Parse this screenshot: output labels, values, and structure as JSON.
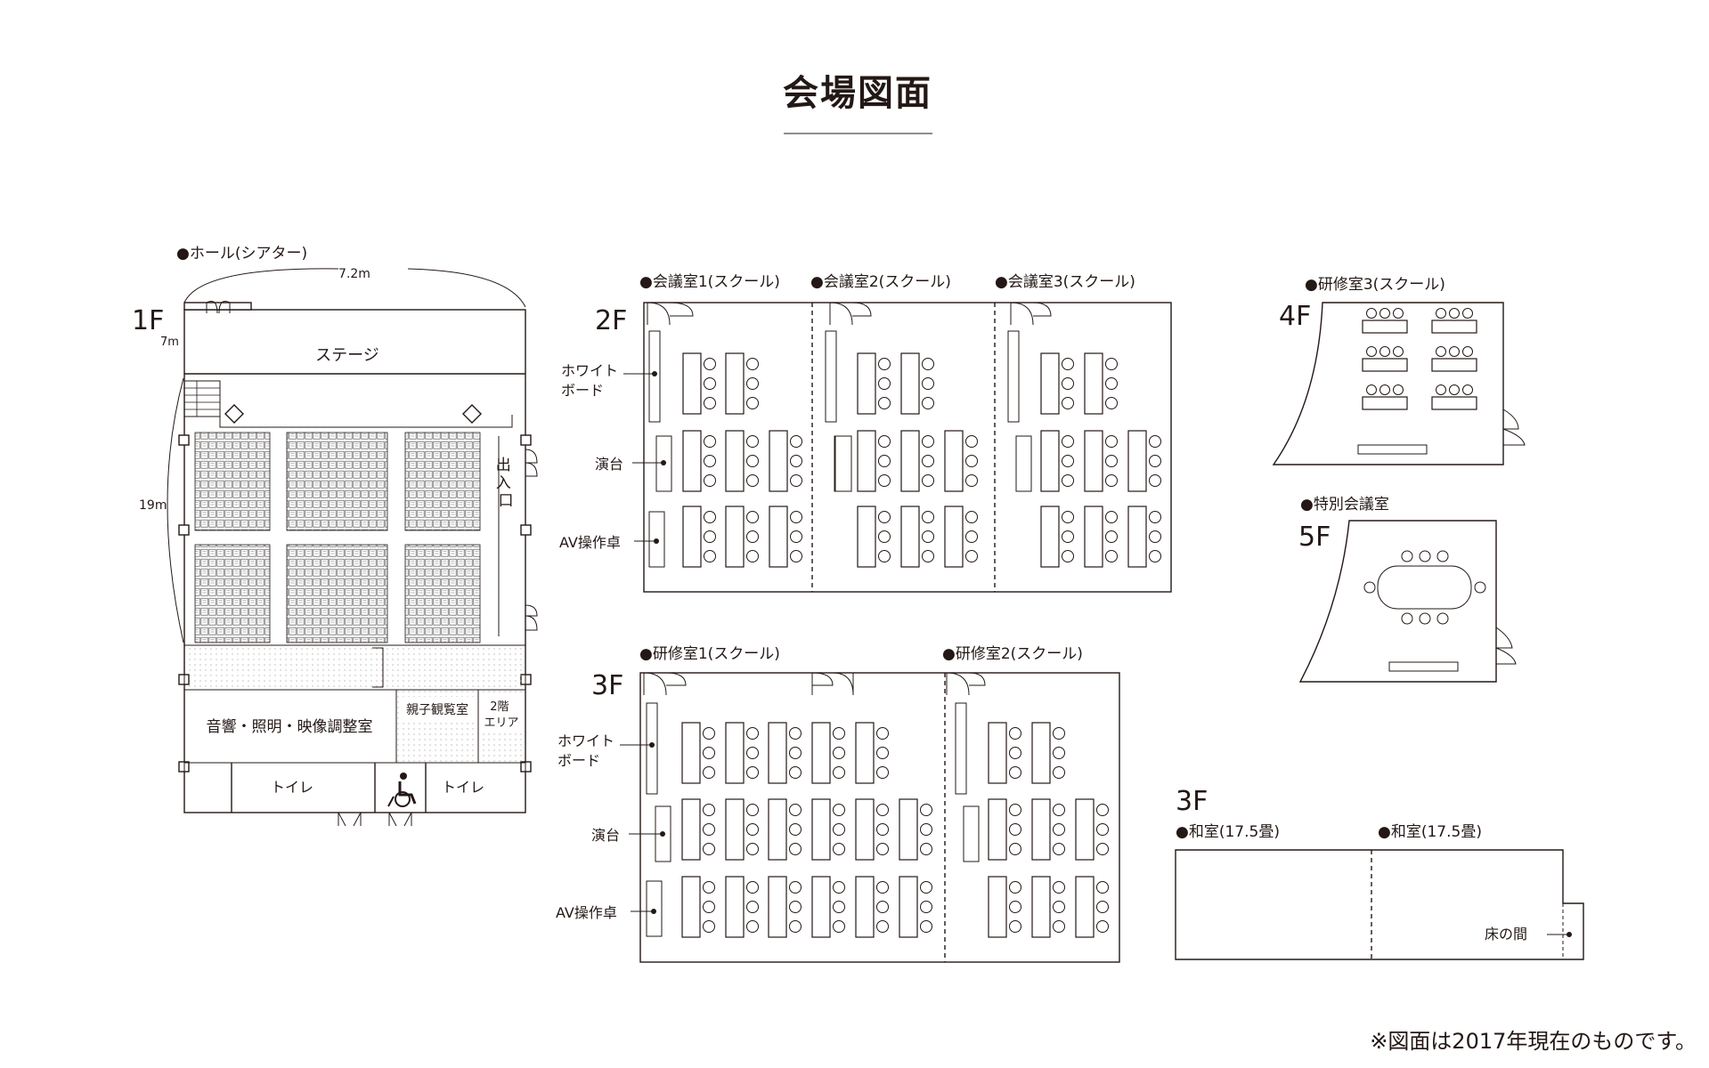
{
  "title": "会場図面",
  "note": "※図面は2017年現在のものです。",
  "hall": {
    "floor": "1F",
    "name": "●ホール(シアター)",
    "width_label": "7.2m",
    "depth_label": "19m",
    "stage_depth_label": "7m",
    "stage": "ステージ",
    "exit": "出入口",
    "control_room": "音響・照明・映像調整室",
    "family_room": "親子観覧室",
    "second_floor_area": "2階エリア",
    "toilet_left": "トイレ",
    "toilet_right": "トイレ",
    "accessible_icon": "wheelchair-icon"
  },
  "floor2": {
    "floor": "2F",
    "rooms": [
      "●会議室1(スクール)",
      "●会議室2(スクール)",
      "●会議室3(スクール)"
    ],
    "labels": {
      "whiteboard": "ホワイトボード",
      "podium": "演台",
      "av_desk": "AV操作卓"
    }
  },
  "floor3": {
    "floor": "3F",
    "rooms": [
      "●研修室1(スクール)",
      "●研修室2(スクール)"
    ],
    "labels": {
      "whiteboard": "ホワイトボード",
      "podium": "演台",
      "av_desk": "AV操作卓"
    }
  },
  "floor4": {
    "floor": "4F",
    "room": "●研修室3(スクール)"
  },
  "floor5": {
    "floor": "5F",
    "room": "●特別会議室"
  },
  "japanese_rooms": {
    "floor": "3F",
    "rooms": [
      "●和室(17.5畳)",
      "●和室(17.5畳)"
    ],
    "alcove": "床の間"
  },
  "colors": {
    "line": "#231815",
    "accent": "#231815",
    "background": "#ffffff"
  }
}
